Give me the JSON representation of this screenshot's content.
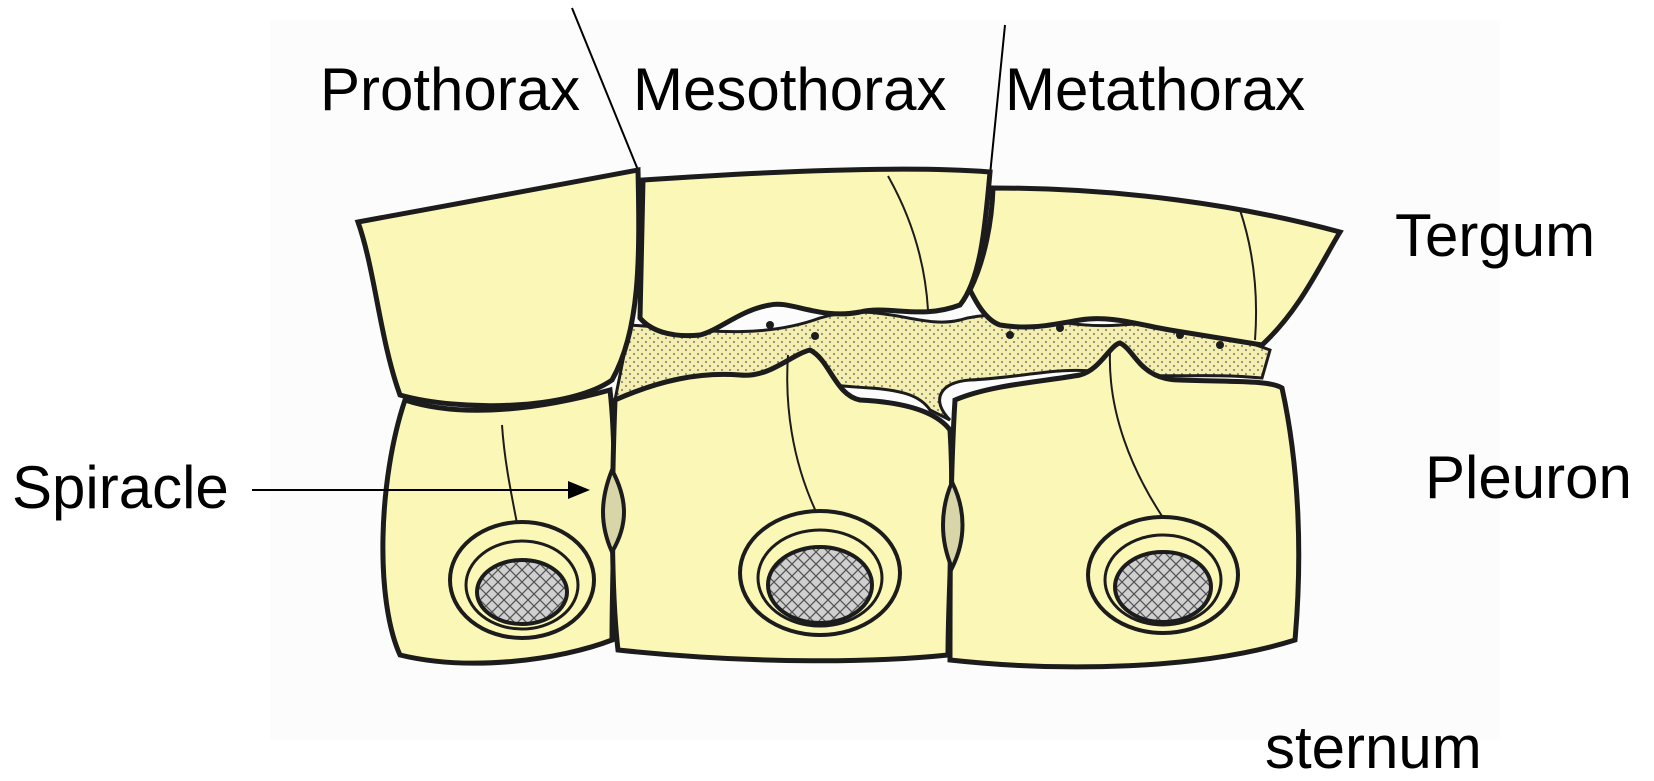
{
  "labels": {
    "prothorax": "Prothorax",
    "mesothorax": "Mesothorax",
    "metathorax": "Metathorax",
    "tergum": "Tergum",
    "pleuron": "Pleuron",
    "spiracle": "Spiracle",
    "sternum": "sternum"
  },
  "colors": {
    "segment_fill": "#fbf7b7",
    "outline": "#1c1c1c",
    "membrane_fill": "#f4efb0",
    "coxa_fill": "#c9c9c9"
  }
}
